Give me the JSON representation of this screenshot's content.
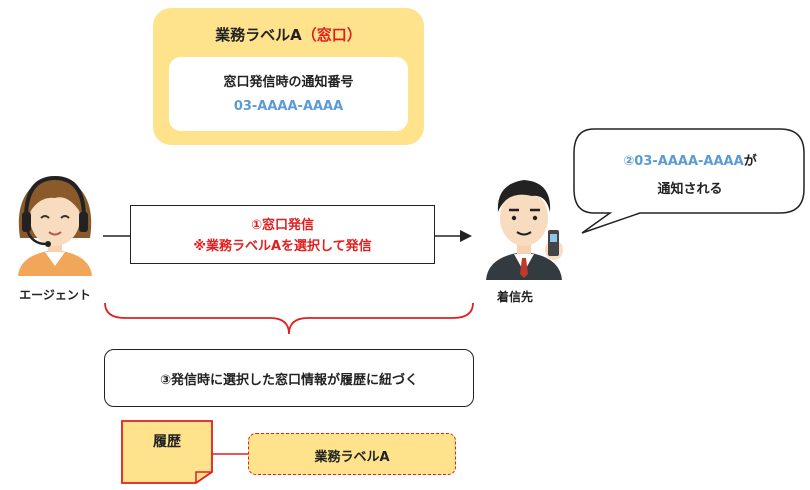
{
  "label_box": {
    "title_main": "業務ラベルA",
    "title_sub": "（窓口）",
    "caption": "窓口発信時の通知番号",
    "number": "03-AAAA-AAAA"
  },
  "bubble": {
    "prefix": "②03-AAAA-AAAA",
    "suffix": "が",
    "line2": "通知される"
  },
  "call": {
    "line1": "①窓口発信",
    "line2": "※業務ラベルAを選択して発信"
  },
  "agent": {
    "caption": "エージェント"
  },
  "callee": {
    "caption": "着信先"
  },
  "note": {
    "text": "③発信時に選択した窓口情報が履歴に紐づく"
  },
  "history": {
    "label": "履歴",
    "tag": "業務ラベルA"
  },
  "colors": {
    "accent_red": "#e02020",
    "accent_blue": "#5b9bd5",
    "label_yellow": "#ffe38c"
  }
}
